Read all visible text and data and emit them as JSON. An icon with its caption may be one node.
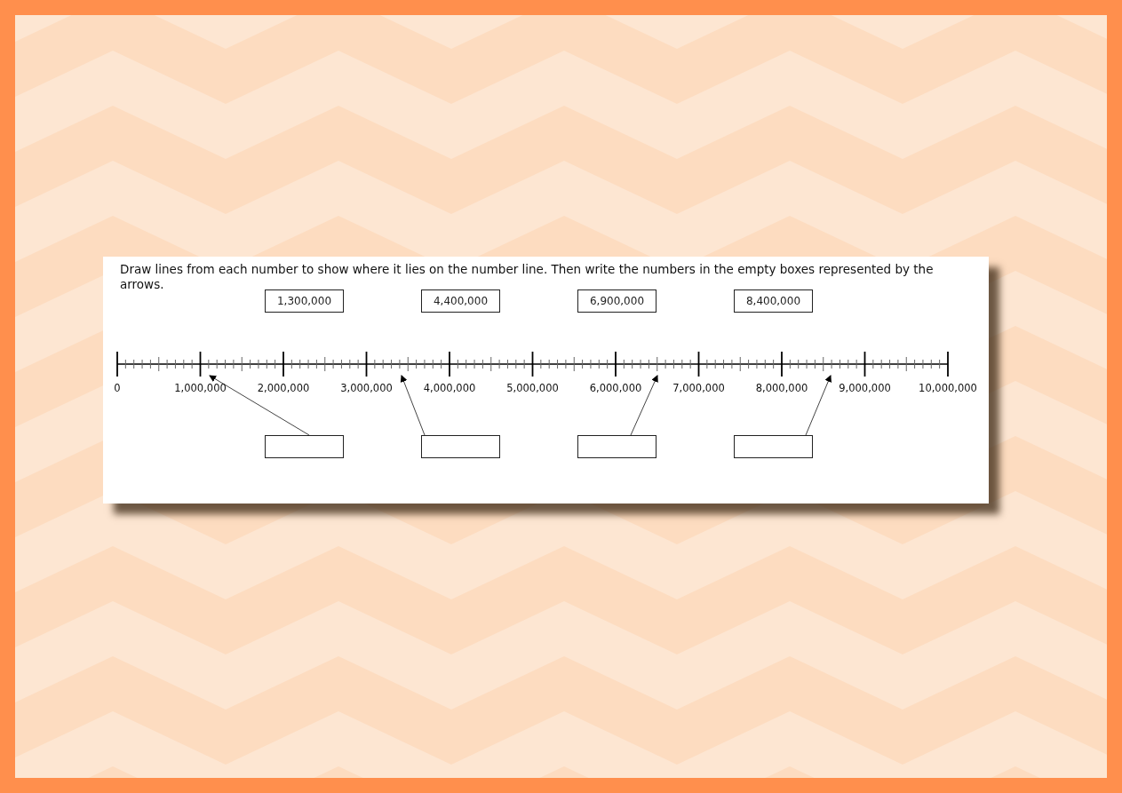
{
  "diagram": {
    "nodes": [
      {
        "text": [
          "1,300,000"
        ]
      },
      {
        "text": [
          "4,400,000"
        ]
      },
      {
        "text": [
          "6,900,000"
        ]
      },
      {
        "text": [
          "8,400,000"
        ]
      },
      {
        "text": [],
        "shape": "box"
      },
      {
        "text": [],
        "shape": "box"
      },
      {
        "text": [],
        "shape": "box"
      },
      {
        "text": [],
        "shape": "box"
      },
      {
        "text": [],
        "shape": "line"
      }
    ],
    "edges": [
      {
        "from": 4,
        "to": 8,
        "arrow": "to"
      },
      {
        "from": 5,
        "to": 8,
        "arrow": "to"
      },
      {
        "from": 6,
        "to": 8,
        "arrow": "to"
      },
      {
        "from": 7,
        "to": 8,
        "arrow": "to"
      }
    ],
    "labels": [
      "Draw lines from each number to show where it lies on the number line. Then write the numbers in the empty boxes represented by the arrows.",
      "0",
      "1,000,000",
      "2,000,000",
      "3,000,000",
      "4,000,000",
      "5,000,000",
      "6,000,000",
      "7,000,000",
      "8,000,000",
      "9,000,000",
      "10,000,000"
    ]
  }
}
